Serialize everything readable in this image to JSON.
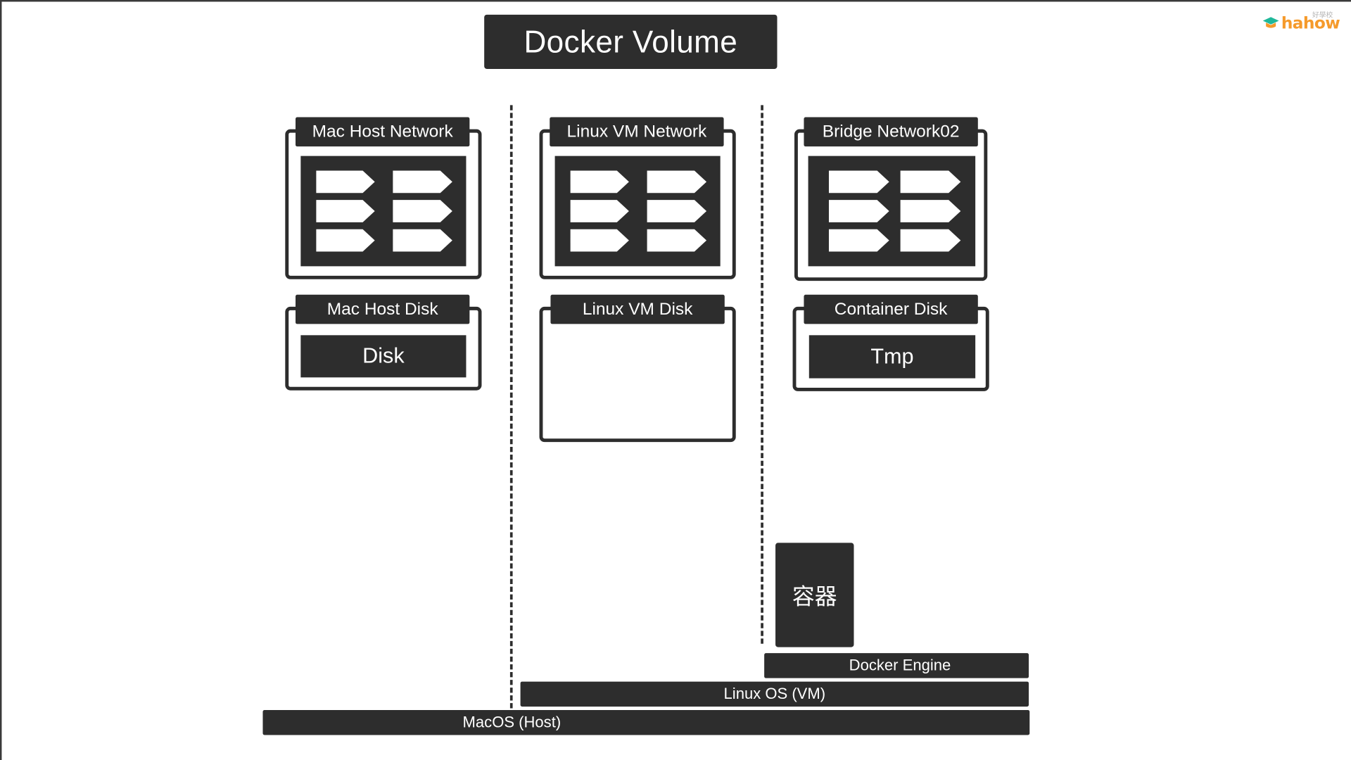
{
  "title": "Docker Volume",
  "brand": {
    "logo_text": "hahow",
    "logo_sub": "好學校",
    "accent": "#f59a2b",
    "accent_secondary": "#1fb89a"
  },
  "columns": [
    {
      "network_label": "Mac Host Network",
      "disk_label": "Mac Host Disk",
      "disk_content": "Disk"
    },
    {
      "network_label": "Linux VM Network",
      "disk_label": "Linux VM Disk",
      "disk_content": ""
    },
    {
      "network_label": "Bridge Network02",
      "disk_label": "Container Disk",
      "disk_content": "Tmp"
    }
  ],
  "container_label": "容器",
  "layers": {
    "docker_engine": "Docker Engine",
    "linux_os": "Linux OS (VM)",
    "macos": "MacOS (Host)"
  },
  "colors": {
    "block": "#2d2d2d",
    "background": "#ffffff",
    "text_on_block": "#ffffff"
  }
}
